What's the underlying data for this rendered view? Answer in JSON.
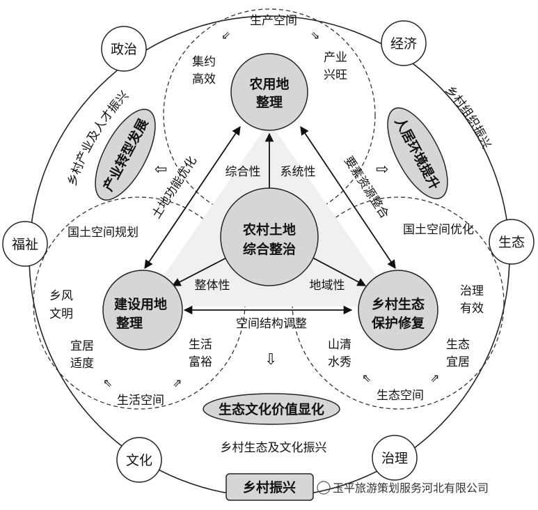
{
  "center": {
    "line1": "农村土地",
    "line2": "综合整治"
  },
  "top_node": {
    "line1": "农用地",
    "line2": "整理"
  },
  "left_node": {
    "line1": "建设用地",
    "line2": "整理"
  },
  "right_node": {
    "line1": "乡村生态",
    "line2": "保护修复"
  },
  "corners": {
    "politics": "政治",
    "economy": "经济",
    "welfare": "福祉",
    "ecology": "生态",
    "culture": "文化",
    "governance": "治理"
  },
  "spaces": {
    "production": "生产空间",
    "living": "生活空间",
    "ecological": "生态空间"
  },
  "top_labels": {
    "intensive_1": "集约",
    "intensive_2": "高效",
    "industry_1": "产业",
    "industry_2": "兴旺"
  },
  "left_labels": {
    "rural_1": "乡风",
    "rural_2": "文明",
    "livable_1": "宜居",
    "livable_2": "适度",
    "life_1": "生活",
    "life_2": "富裕"
  },
  "right_labels": {
    "govern_1": "治理",
    "govern_2": "有效",
    "eco_1": "生态",
    "eco_2": "宜居",
    "mountain_1": "山清",
    "mountain_2": "水秀"
  },
  "relations": {
    "comprehensive": "综合性",
    "systematic": "系统性",
    "overall": "整体性",
    "regional": "地域性",
    "spatial_structure": "空间结构调整"
  },
  "arrow_labels": {
    "land_function": "土地功能优化",
    "factor_integration": "要素资源整合"
  },
  "planning": {
    "left": "国土空间规划",
    "right": "国土空间优化"
  },
  "ovals": {
    "industry_transform": "产业转型发展",
    "living_env": "人居环境提升",
    "eco_culture": "生态文化价值显化"
  },
  "arc_texts": {
    "left": "乡村产业及人才振兴",
    "right": "乡村组织振兴",
    "bottom": "乡村生态及文化振兴"
  },
  "bottom_box": "乡村振兴",
  "watermark": "玉平旅游策划服务河北有限公司"
}
